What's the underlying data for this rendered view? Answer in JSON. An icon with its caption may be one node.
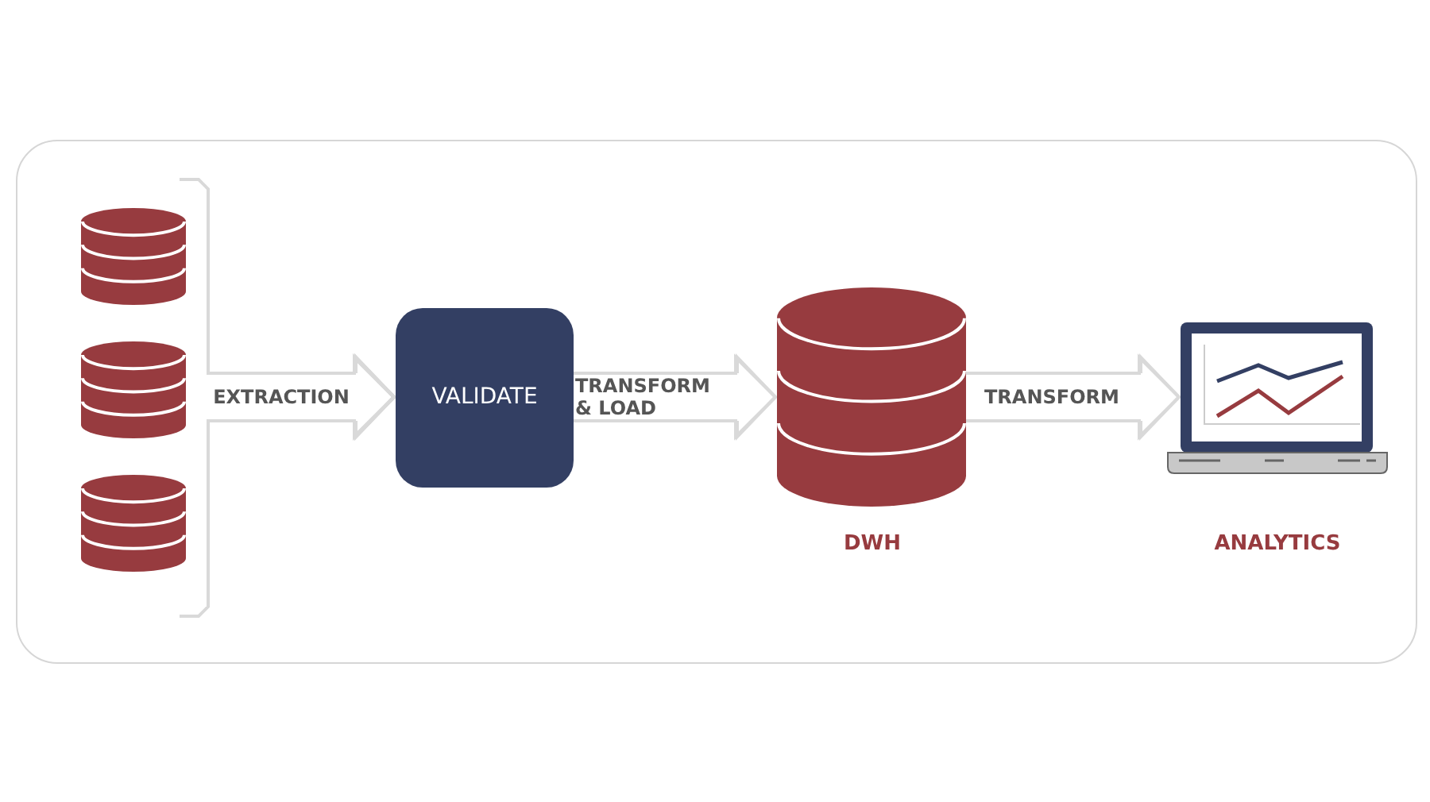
{
  "diagram": {
    "nodes": [
      {
        "text": [],
        "shape": "box"
      },
      {
        "text": [],
        "shape": "cylinder",
        "in": 0
      },
      {
        "text": [],
        "shape": "cylinder",
        "in": 0
      },
      {
        "text": [],
        "shape": "cylinder",
        "in": 0
      },
      {
        "text": [
          "VALIDATE"
        ],
        "in": 0
      },
      {
        "text": [
          "DWH"
        ],
        "in": 0
      },
      {
        "text": [
          "ANALYTICS"
        ],
        "in": 0
      }
    ],
    "edges": [
      {
        "from": 1,
        "to": 4,
        "arrow": "to"
      },
      {
        "from": 2,
        "to": 4,
        "arrow": "to",
        "label": "EXTRACTION"
      },
      {
        "from": 3,
        "to": 4,
        "arrow": "to"
      },
      {
        "from": 4,
        "to": 5,
        "arrow": "to",
        "label": "TRANSFORM & LOAD"
      },
      {
        "from": 5,
        "to": 6,
        "arrow": "to",
        "label": "TRANSFORM"
      }
    ]
  }
}
